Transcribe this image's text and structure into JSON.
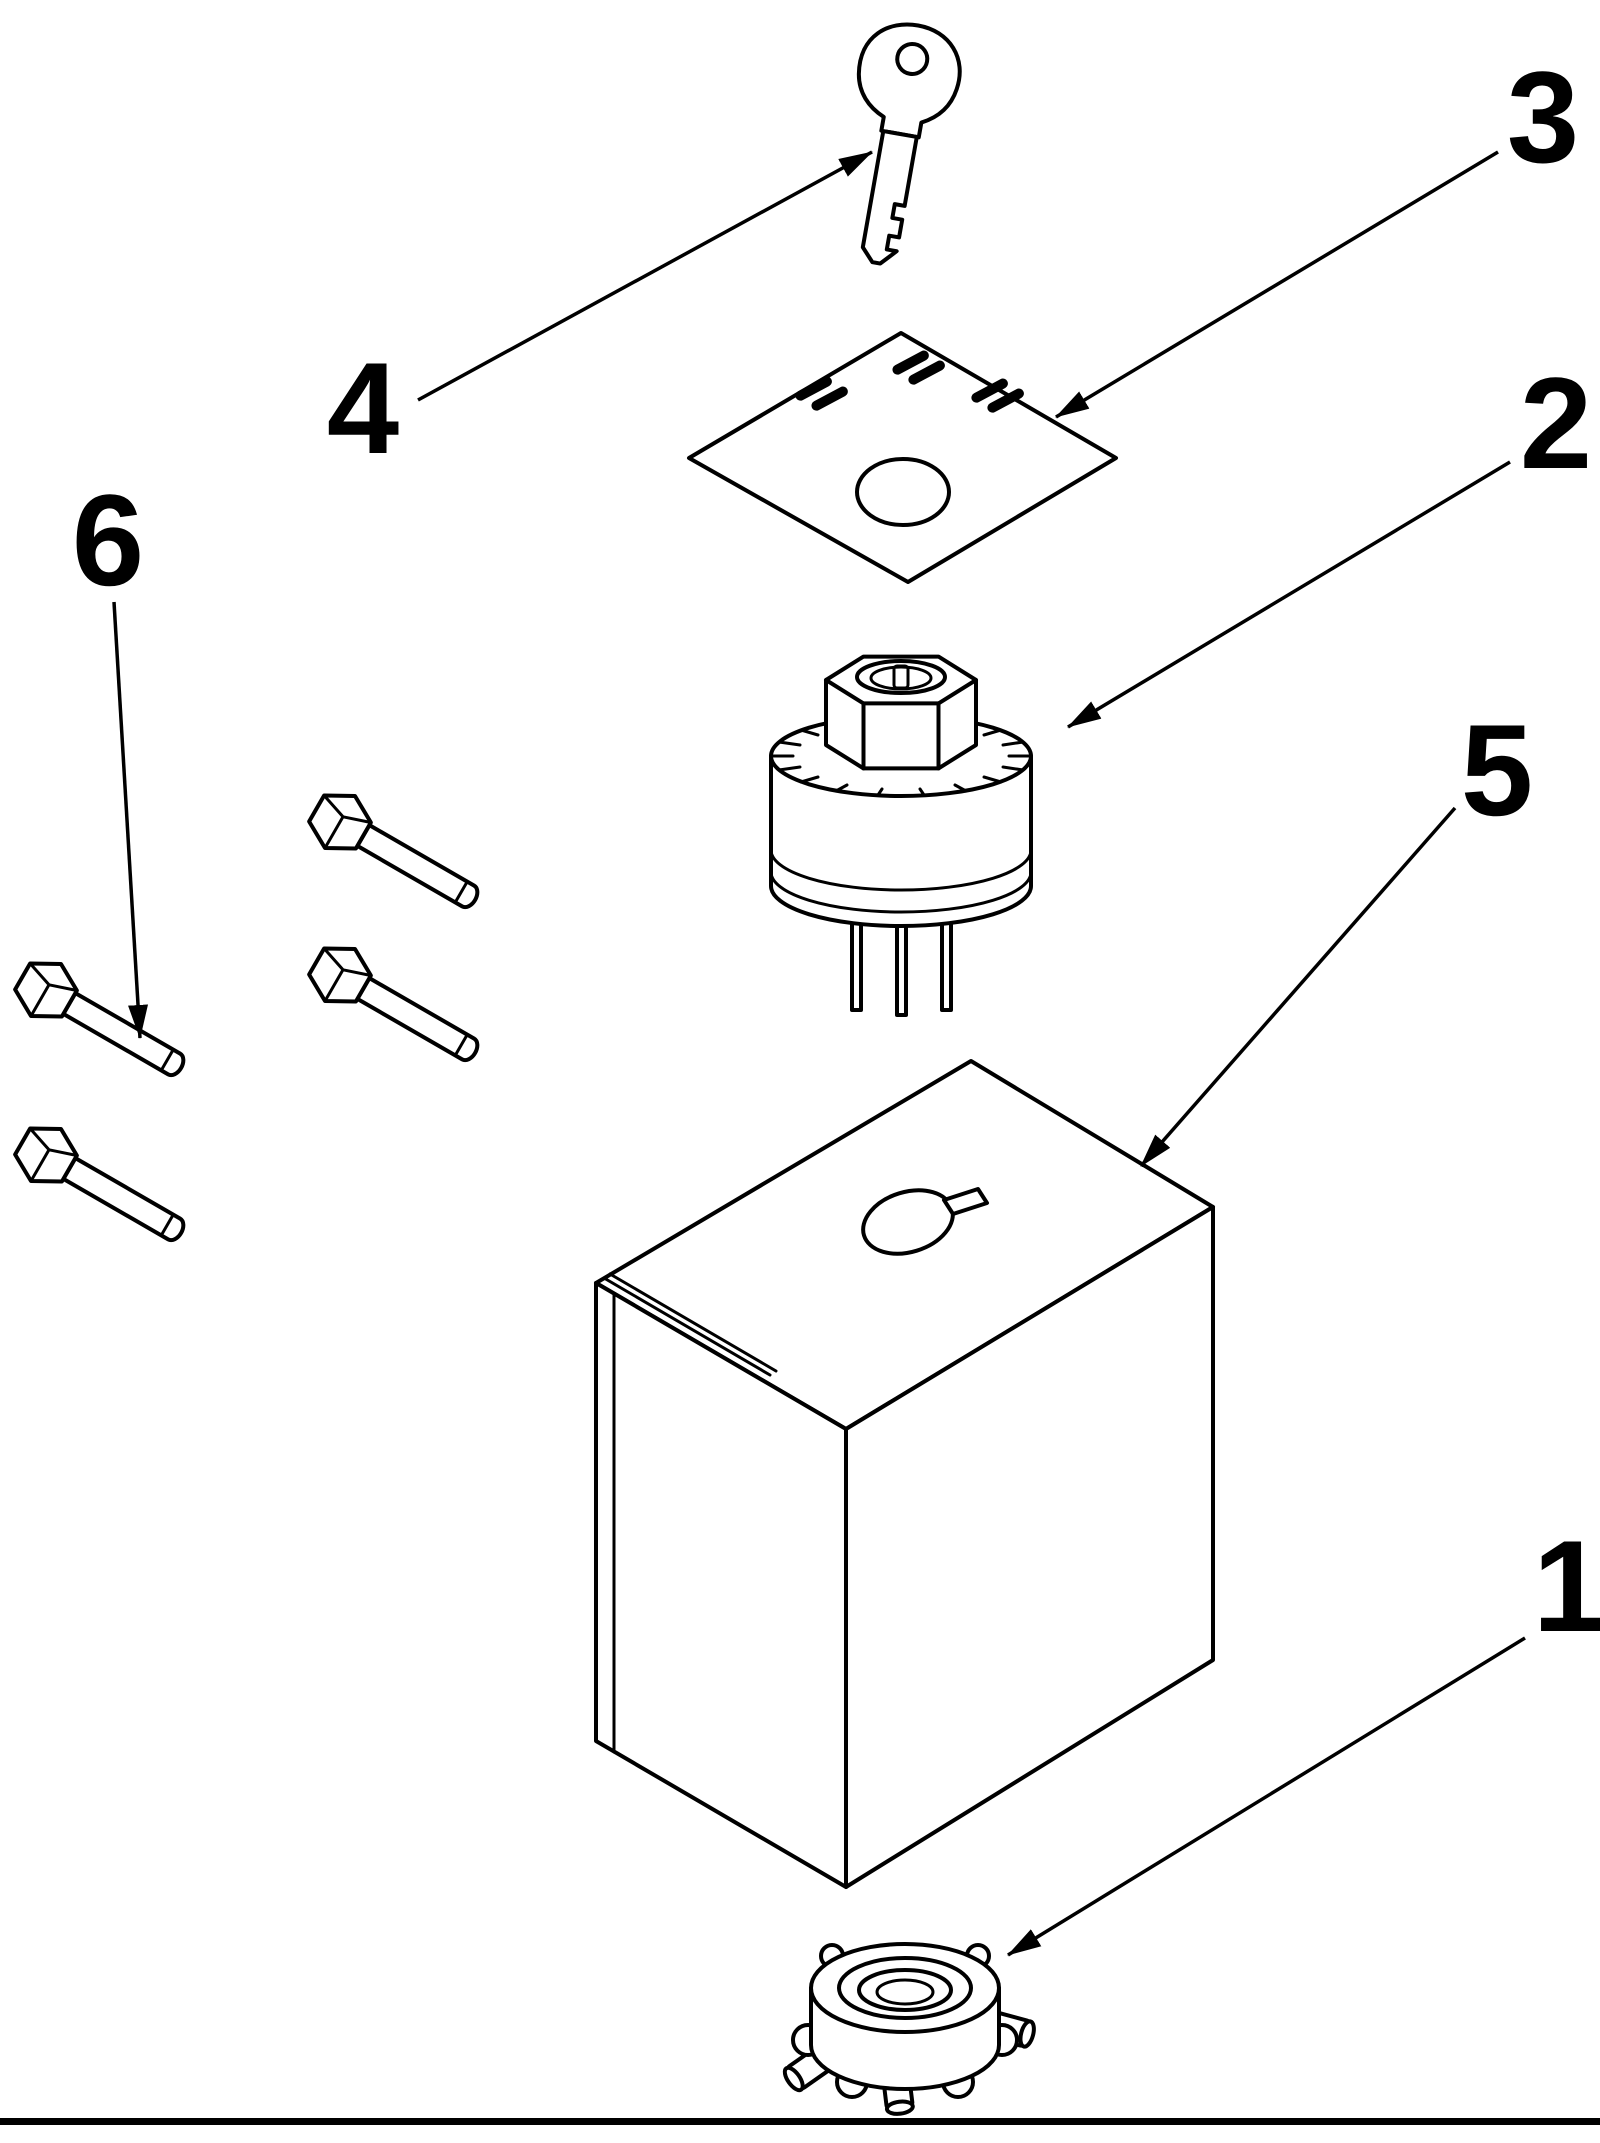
{
  "diagram": {
    "background_color": "#ffffff",
    "line_color": "#000000",
    "bolt_count": 4,
    "callouts": {
      "part1": {
        "number": "1",
        "points_to": "conduit-fitting"
      },
      "part2": {
        "number": "2",
        "points_to": "key-switch-cylinder"
      },
      "part3": {
        "number": "3",
        "points_to": "faceplate-label"
      },
      "part4": {
        "number": "4",
        "points_to": "key"
      },
      "part5": {
        "number": "5",
        "points_to": "enclosure-box"
      },
      "part6": {
        "number": "6",
        "points_to": "mounting-bolts"
      }
    }
  }
}
